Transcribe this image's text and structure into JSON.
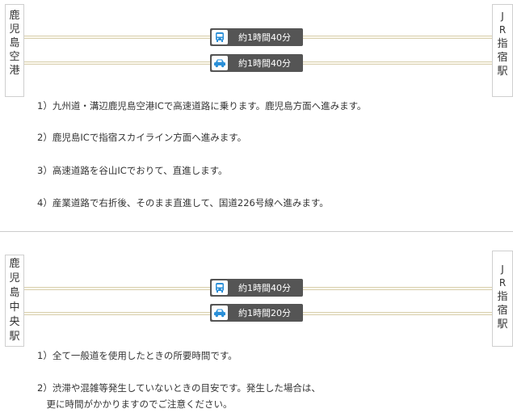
{
  "routes": [
    {
      "from_label": [
        "鹿",
        "児",
        "島",
        "空",
        "港"
      ],
      "to_label": [
        "J",
        "R",
        "指",
        "宿",
        "駅"
      ],
      "transport": [
        {
          "mode": "bus",
          "icon": "bus-icon",
          "text": "約1時間40分"
        },
        {
          "mode": "car",
          "icon": "car-icon",
          "text": "約1時間40分"
        }
      ],
      "notes": [
        "1）九州道・溝辺鹿児島空港ICで高速道路に乗ります。鹿児島方面へ進みます。",
        "2）鹿児島ICで指宿スカイライン方面へ進みます。",
        "3）高速道路を谷山ICでおりて、直進します。",
        "4）産業道路で右折後、そのまま直進して、国道226号線へ進みます。"
      ]
    },
    {
      "from_label": [
        "鹿",
        "児",
        "島",
        "中",
        "央",
        "駅"
      ],
      "to_label": [
        "J",
        "R",
        "指",
        "宿",
        "駅"
      ],
      "transport": [
        {
          "mode": "bus",
          "icon": "bus-icon",
          "text": "約1時間40分"
        },
        {
          "mode": "car",
          "icon": "car-icon",
          "text": "約1時間20分"
        }
      ],
      "notes": [
        "1）全て一般道を使用したときの所要時間です。",
        "2）渋滞や混雑等発生していないときの目安です。発生した場合は、",
        "　更に時間がかかりますのでご注意ください。"
      ]
    }
  ],
  "colors": {
    "icon_blue": "#2a8fd8",
    "box_bg": "#555555",
    "line": "#d8cfae"
  }
}
